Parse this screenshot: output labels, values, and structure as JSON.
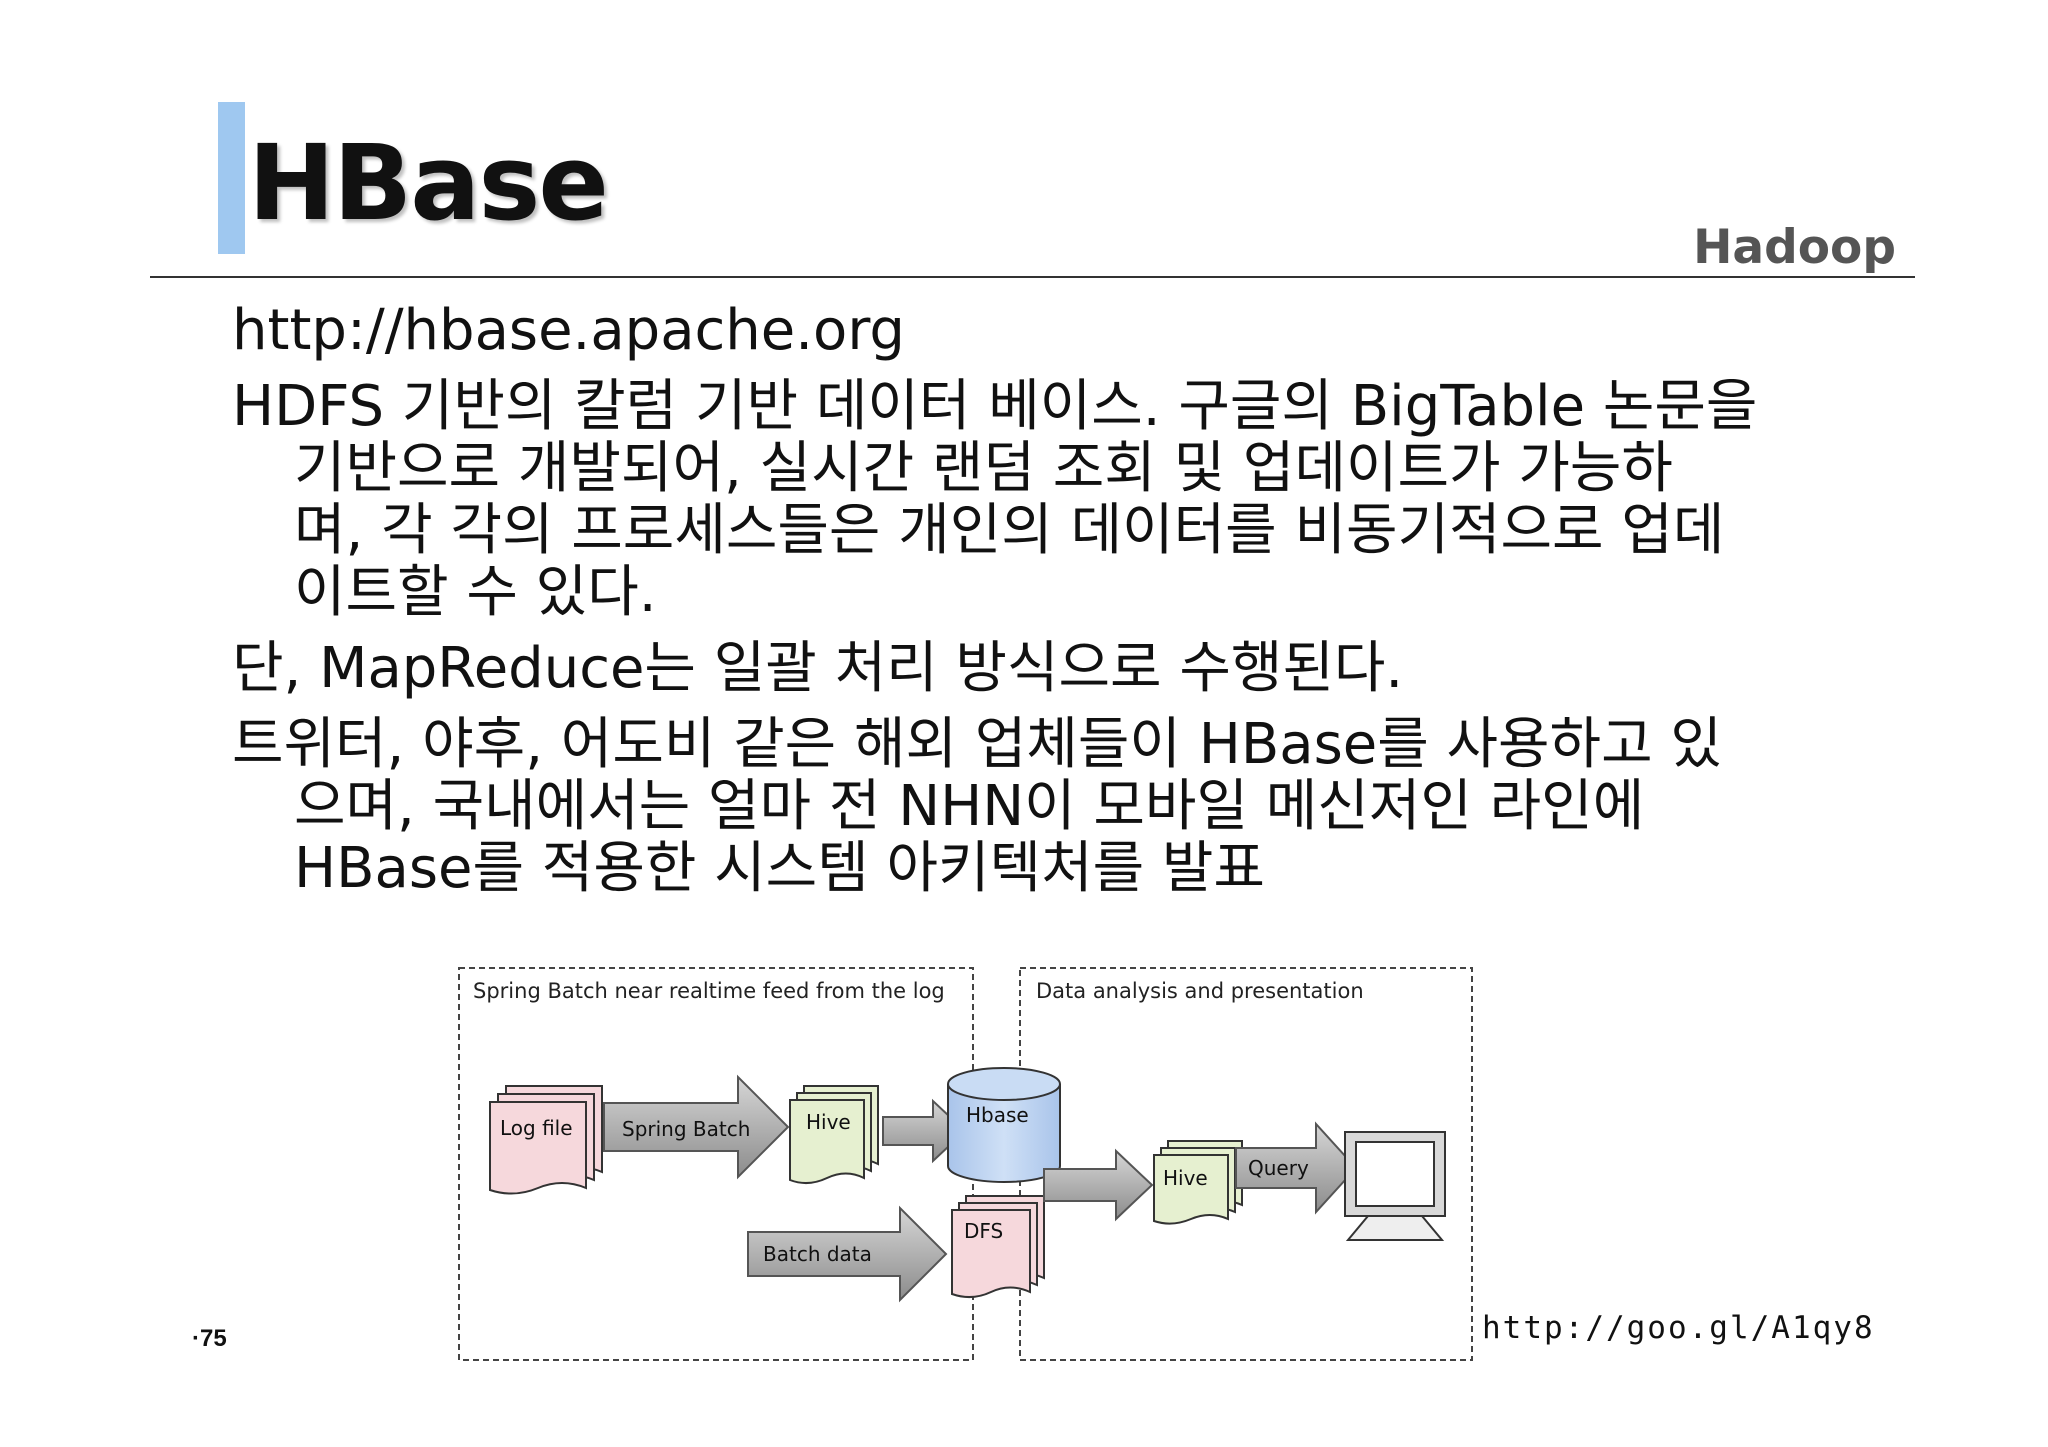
{
  "slide": {
    "title": "HBase",
    "section": "Hadoop",
    "page_number": "·75",
    "source_link": "http://goo.gl/A1qy8"
  },
  "body": {
    "url": "http://hbase.apache.org",
    "para1": [
      "HDFS 기반의 칼럼 기반 데이터 베이스. 구글의 BigTable 논문을",
      "기반으로 개발되어, 실시간 랜덤 조회 및 업데이트가 가능하",
      "며, 각 각의 프로세스들은 개인의 데이터를 비동기적으로 업데",
      "이트할 수 있다."
    ],
    "para2": "단, MapReduce는 일괄 처리 방식으로 수행된다.",
    "para3": [
      "트위터, 야후, 어도비 같은 해외 업체들이 HBase를 사용하고 있",
      "으며, 국내에서는 얼마 전 NHN이 모바일 메신저인 라인에",
      "HBase를 적용한 시스템 아키텍처를 발표"
    ]
  },
  "diagram": {
    "left_group_label": "Spring Batch near realtime feed from the log",
    "right_group_label": "Data analysis and presentation",
    "nodes": {
      "log_file": "Log file",
      "spring_batch": "Spring Batch",
      "hive_1": "Hive",
      "hbase": "Hbase",
      "dfs": "DFS",
      "batch_data": "Batch data",
      "hive_2": "Hive",
      "query": "Query"
    },
    "colors": {
      "pink_doc": "#f6d8dc",
      "green_doc": "#e6f0d0",
      "hbase_blue": "#b9d1ef",
      "arrow_gray": "#9a9a9a"
    },
    "icons": [
      "monitor-icon",
      "database-cylinder-icon",
      "stacked-documents-icon"
    ]
  }
}
